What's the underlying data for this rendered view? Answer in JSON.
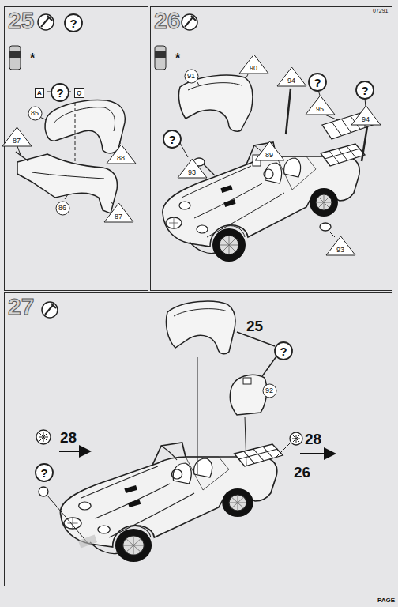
{
  "diagram": {
    "nodes": [
      {
        "text": [
          "25"
        ]
      },
      {
        "text": [
          "?"
        ],
        "in": 0
      },
      {
        "text": [
          "A"
        ],
        "in": 0
      },
      {
        "text": [
          "?"
        ],
        "in": 0
      },
      {
        "text": [
          "Q"
        ],
        "in": 0
      },
      {
        "text": [
          "85"
        ],
        "in": 0
      },
      {
        "text": [
          "87"
        ],
        "in": 0
      },
      {
        "text": [
          "88"
        ],
        "in": 0
      },
      {
        "text": [
          "86"
        ],
        "in": 0
      },
      {
        "text": [
          "87"
        ],
        "in": 0
      },
      {
        "text": [
          "26"
        ]
      },
      {
        "text": [
          "90"
        ],
        "in": 10
      },
      {
        "text": [
          "91"
        ],
        "in": 10
      },
      {
        "text": [
          "94"
        ],
        "in": 10
      },
      {
        "text": [
          "?"
        ],
        "in": 10
      },
      {
        "text": [
          "95"
        ],
        "in": 10
      },
      {
        "text": [
          "?"
        ],
        "in": 10
      },
      {
        "text": [
          "94"
        ],
        "in": 10
      },
      {
        "text": [
          "?"
        ],
        "in": 10
      },
      {
        "text": [
          "93"
        ],
        "in": 10
      },
      {
        "text": [
          "89"
        ],
        "in": 10
      },
      {
        "text": [
          "93"
        ],
        "in": 10
      },
      {
        "text": [
          "27"
        ]
      },
      {
        "text": [
          "?"
        ],
        "in": 22
      },
      {
        "text": [
          "92"
        ],
        "in": 22
      },
      {
        "text": [
          "?"
        ],
        "in": 22
      }
    ],
    "labels": [
      "07291",
      "*",
      "*",
      "25",
      "28",
      "28",
      "26",
      "PAGE"
    ]
  }
}
